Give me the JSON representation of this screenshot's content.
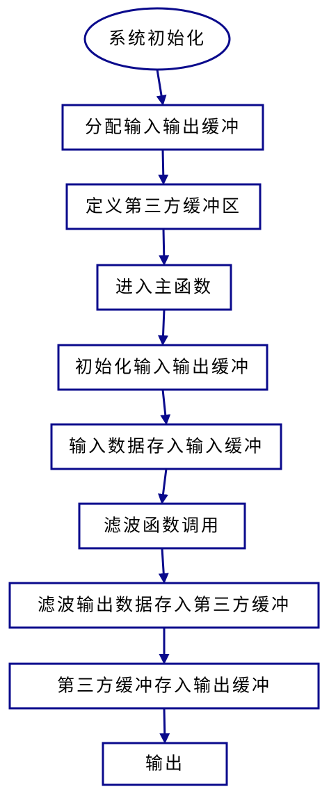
{
  "diagram": {
    "type": "flowchart",
    "colors": {
      "node_border": "#0a0a8c",
      "arrow": "#0a0a8c",
      "text": "#000000",
      "background": "#ffffff"
    },
    "nodes": [
      {
        "id": "n1",
        "shape": "ellipse",
        "label": "系统初始化"
      },
      {
        "id": "n2",
        "shape": "rect",
        "label": "分配输入输出缓冲"
      },
      {
        "id": "n3",
        "shape": "rect",
        "label": "定义第三方缓冲区"
      },
      {
        "id": "n4",
        "shape": "rect",
        "label": "进入主函数"
      },
      {
        "id": "n5",
        "shape": "rect",
        "label": "初始化输入输出缓冲"
      },
      {
        "id": "n6",
        "shape": "rect",
        "label": "输入数据存入输入缓冲"
      },
      {
        "id": "n7",
        "shape": "rect",
        "label": "滤波函数调用"
      },
      {
        "id": "n8",
        "shape": "rect",
        "label": "滤波输出数据存入第三方缓冲"
      },
      {
        "id": "n9",
        "shape": "rect",
        "label": "第三方缓冲存入输出缓冲"
      },
      {
        "id": "n10",
        "shape": "rect",
        "label": "输出"
      }
    ],
    "edges": [
      {
        "from": "n1",
        "to": "n2"
      },
      {
        "from": "n2",
        "to": "n3"
      },
      {
        "from": "n3",
        "to": "n4"
      },
      {
        "from": "n4",
        "to": "n5"
      },
      {
        "from": "n5",
        "to": "n6"
      },
      {
        "from": "n6",
        "to": "n7"
      },
      {
        "from": "n7",
        "to": "n8"
      },
      {
        "from": "n8",
        "to": "n9"
      },
      {
        "from": "n9",
        "to": "n10"
      }
    ]
  }
}
